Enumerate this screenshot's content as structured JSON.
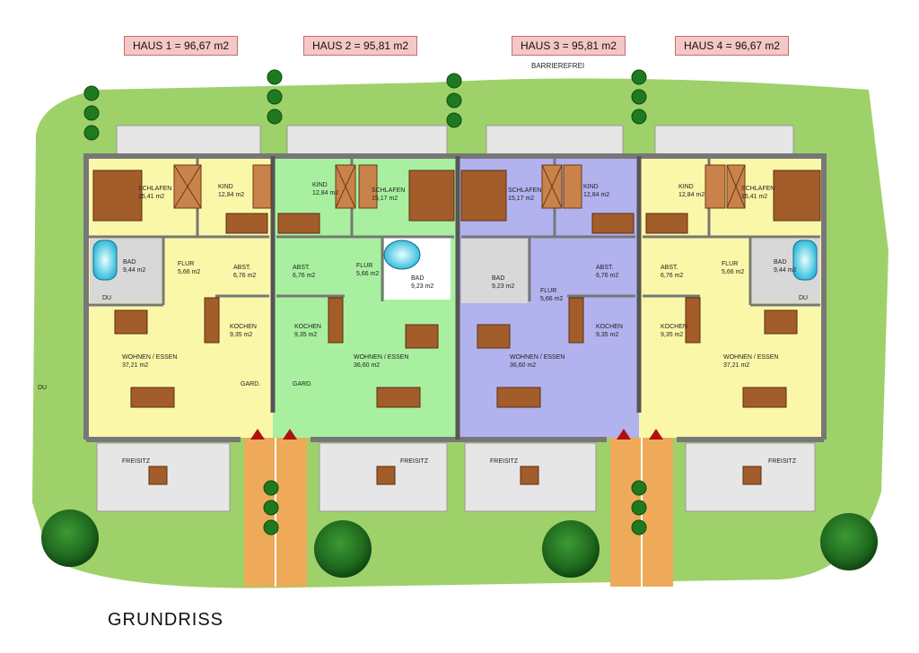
{
  "houses": [
    {
      "label": "HAUS 1 = 96,67 m2"
    },
    {
      "label": "HAUS 2 = 95,81 m2"
    },
    {
      "label": "HAUS 3 = 95,81 m2",
      "note": "BARRIEREFREI"
    },
    {
      "label": "HAUS 4 = 96,67 m2"
    }
  ],
  "title": "GRUNDRISS",
  "rooms": {
    "schlafen": "SCHLAFEN",
    "kind": "KIND",
    "bad": "BAD",
    "flur": "FLUR",
    "abst": "ABST.",
    "kochen": "KOCHEN",
    "wohnen": "WOHNEN / ESSEN",
    "freisitz": "FREISITZ",
    "gard": "GARD.",
    "du": "DU"
  },
  "areas": {
    "schlafen_1": "15,41 m2",
    "schlafen_2": "15,17 m2",
    "kind": "12,84 m2",
    "bad_1": "9,44 m2",
    "bad_2": "9,23 m2",
    "flur": "5,66 m2",
    "abst": "6,76 m2",
    "kochen": "9,35 m2",
    "wohnen_1": "37,21 m2",
    "wohnen_2": "36,60 m2"
  },
  "colors": {
    "lawn": "#9ed16a",
    "haus_yellow": "#fbf7a8",
    "haus_green": "#a8f0a0",
    "haus_purple": "#b2b2ee",
    "path": "#eeaa58",
    "wall": "#777777",
    "furniture": "#a35d2a",
    "tree": "#1f6a1f",
    "terrace": "#e6e6e6"
  }
}
